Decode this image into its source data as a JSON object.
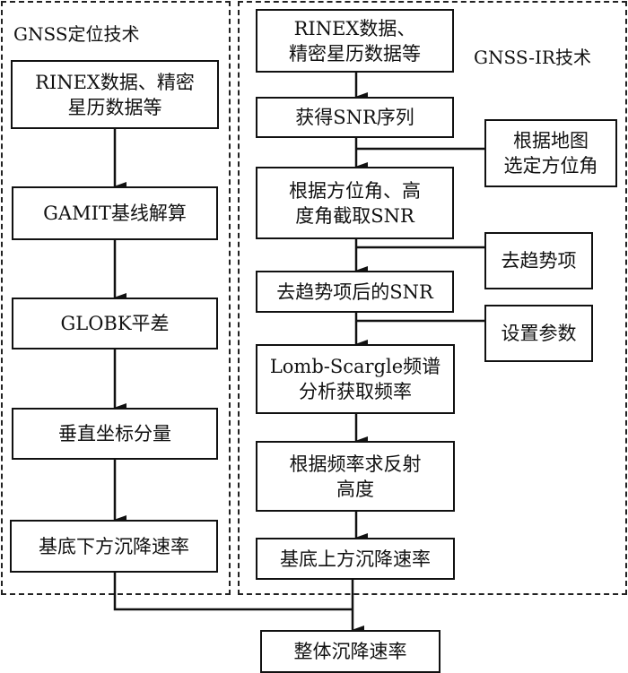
{
  "groups": {
    "gnss": {
      "title": "GNSS定位技术"
    },
    "gnss_ir": {
      "title": "GNSS-IR技术"
    }
  },
  "gnss_steps": [
    {
      "lines": [
        "RINEX数据、精密",
        "星历数据等"
      ]
    },
    {
      "lines": [
        "GAMIT基线解算"
      ]
    },
    {
      "lines": [
        "GLOBK平差"
      ]
    },
    {
      "lines": [
        "垂直坐标分量"
      ]
    },
    {
      "lines": [
        "基底下方沉降速率"
      ]
    }
  ],
  "ir_steps": [
    {
      "lines": [
        "RINEX数据、",
        "精密星历数据等"
      ]
    },
    {
      "lines": [
        "获得SNR序列"
      ]
    },
    {
      "lines": [
        "根据方位角、高",
        "度角截取SNR"
      ]
    },
    {
      "lines": [
        "去趋势项后的SNR"
      ]
    },
    {
      "lines": [
        "Lomb-Scargle频谱",
        "分析获取频率"
      ]
    },
    {
      "lines": [
        "根据频率求反射",
        "高度"
      ]
    },
    {
      "lines": [
        "基底上方沉降速率"
      ]
    }
  ],
  "side_inputs": [
    {
      "lines": [
        "根据地图",
        "选定方位角"
      ]
    },
    {
      "lines": [
        "去趋势项"
      ]
    },
    {
      "lines": [
        "设置参数"
      ]
    }
  ],
  "final": {
    "lines": [
      "整体沉降速率"
    ]
  }
}
